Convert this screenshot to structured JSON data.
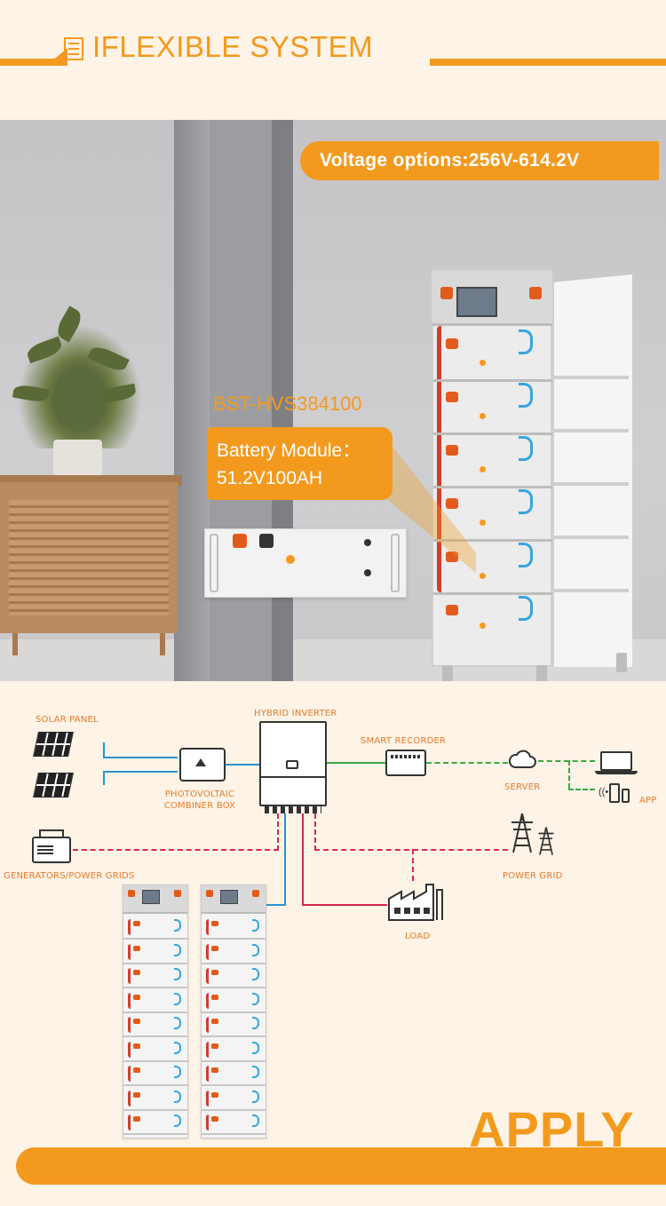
{
  "header": {
    "title": "IFLEXIBLE SYSTEM",
    "icon": "document-icon",
    "accent_color": "#f39a1e"
  },
  "scene": {
    "voltage_banner": "Voltage options:256V-614.2V",
    "model": "BST-HVS384100",
    "module_label_line1": "Battery Module：",
    "module_label_line2": "51.2V100AH"
  },
  "diagram": {
    "solar_panel": "SOLAR PANEL",
    "hybrid_inverter": "HYBRID INVERTER",
    "smart_recorder": "SMART RECORDER",
    "photovoltaic_line1": "PHOTOVOLTAIC",
    "photovoltaic_line2": "COMBINER BOX",
    "server": "SERVER",
    "app": "APP",
    "generators": "GENERATORS/POWER GRIDS",
    "power_grid": "POWER GRID",
    "load": "LOAD",
    "line_colors": {
      "dc": "#2b93d3",
      "comms": "#3aa845",
      "ac": "#e0254a"
    }
  },
  "footer": {
    "apply_title": "APPLY"
  }
}
